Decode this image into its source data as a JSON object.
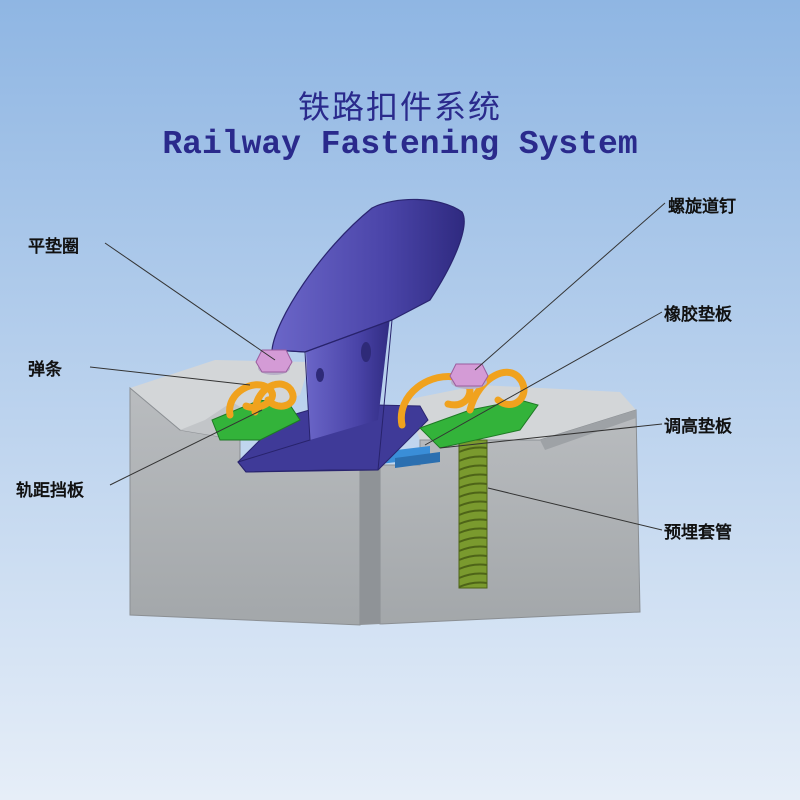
{
  "title_cn": "铁路扣件系统",
  "title_en": "Railway Fastening System",
  "labels": {
    "flat_washer": "平垫圈",
    "spring_clip": "弹条",
    "gauge_plate": "轨距挡板",
    "screw_spike": "螺旋道钉",
    "rubber_pad": "橡胶垫板",
    "adjust_pad": "调高垫板",
    "embedded_sleeve": "预埋套管"
  },
  "colors": {
    "background_top": "#8fb6e3",
    "background_bottom": "#e6eef8",
    "rail": "#4a44a8",
    "sleeper": "#b9bcbf",
    "spring_clip": "#f0a21e",
    "gauge_plate": "#33b33a",
    "bolt_head": "#d49bd6",
    "embedded_sleeve": "#7a9a2e",
    "title": "#2a2a8c"
  }
}
